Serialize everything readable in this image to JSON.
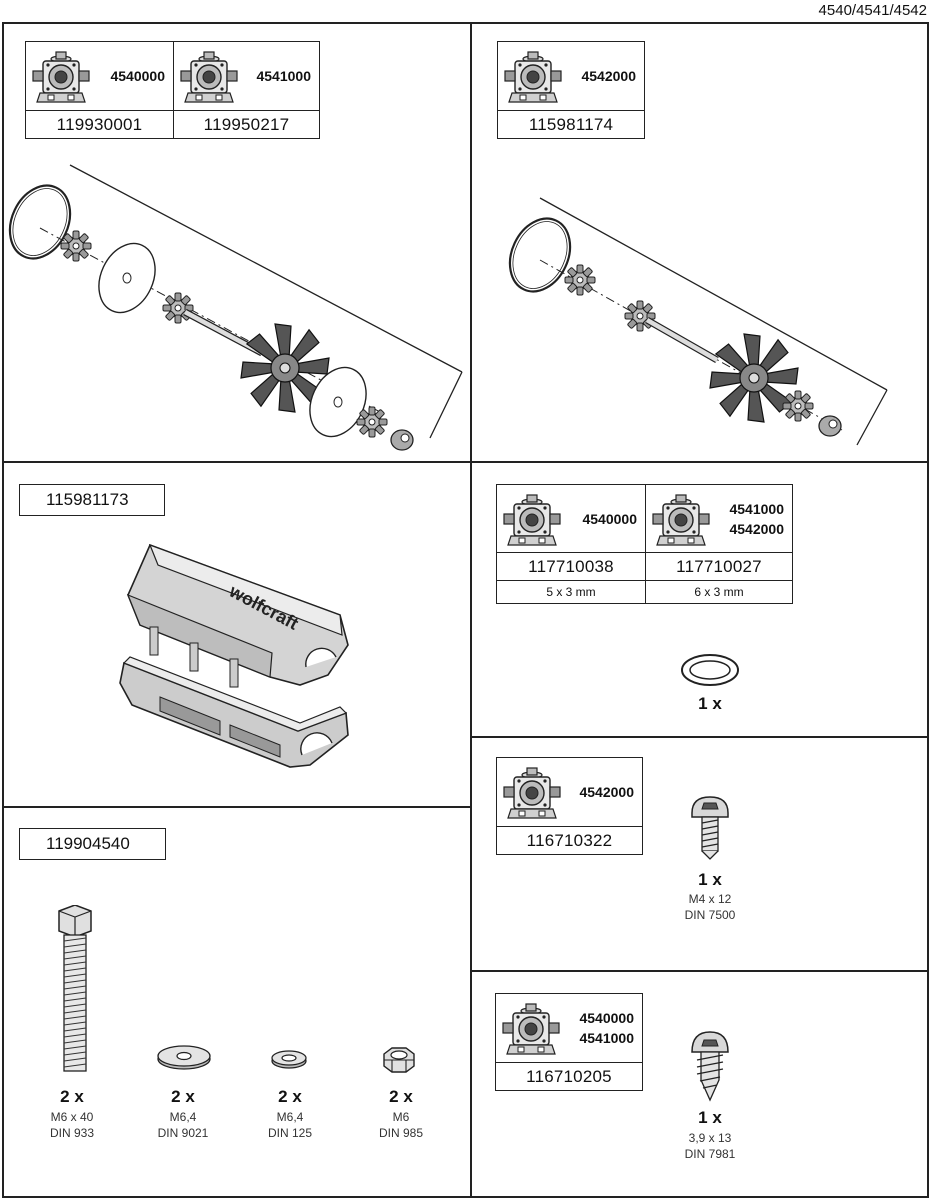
{
  "doc_id": "4540/4541/4542",
  "panel_seal_kit_a": {
    "cols": [
      {
        "models": [
          "4540000"
        ],
        "part_no": "119930001"
      },
      {
        "models": [
          "4541000"
        ],
        "part_no": "119950217"
      }
    ]
  },
  "panel_seal_kit_b": {
    "cols": [
      {
        "models": [
          "4542000"
        ],
        "part_no": "115981174"
      }
    ]
  },
  "panel_cover": {
    "part_no": "115981173",
    "brand_mark": "wolfcraft"
  },
  "panel_oring": {
    "cols": [
      {
        "models": [
          "4540000"
        ],
        "part_no": "117710038",
        "size": "5 x 3 mm"
      },
      {
        "models": [
          "4541000",
          "4542000"
        ],
        "part_no": "117710027",
        "size": "6 x 3 mm"
      }
    ],
    "qty": "1 x"
  },
  "panel_screw_a": {
    "cols": [
      {
        "models": [
          "4542000"
        ],
        "part_no": "116710322"
      }
    ],
    "qty": "1 x",
    "spec_1": "M4 x 12",
    "spec_2": "DIN 7500"
  },
  "panel_screw_b": {
    "cols": [
      {
        "models": [
          "4540000",
          "4541000"
        ],
        "part_no": "116710205"
      }
    ],
    "qty": "1 x",
    "spec_1": "3,9 x 13",
    "spec_2": "DIN 7981"
  },
  "panel_fasteners": {
    "part_no": "119904540",
    "items": [
      {
        "qty": "2 x",
        "spec_1": "M6 x 40",
        "spec_2": "DIN 933",
        "icon": "hex-bolt-icon"
      },
      {
        "qty": "2 x",
        "spec_1": "M6,4",
        "spec_2": "DIN 9021",
        "icon": "large-washer-icon"
      },
      {
        "qty": "2 x",
        "spec_1": "M6,4",
        "spec_2": "DIN 125",
        "icon": "washer-icon"
      },
      {
        "qty": "2 x",
        "spec_1": "M6",
        "spec_2": "DIN 985",
        "icon": "lock-nut-icon"
      }
    ]
  }
}
